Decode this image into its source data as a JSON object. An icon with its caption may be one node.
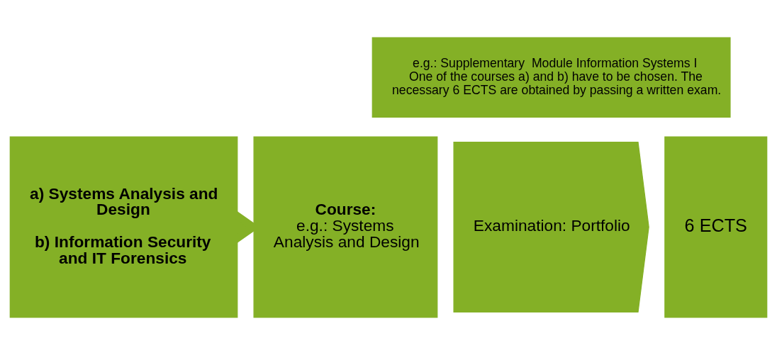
{
  "diagram": {
    "nodes": [
      {
        "text": [
          "e.g.: Supplementary  Module Information Systems I",
          "One of the courses a) and b) have to be chosen. The necessary 6 ECTS are obtained by passing a written exam."
        ]
      },
      {
        "text": [
          "a) Systems Analysis and Design",
          "b) Information Security and IT Forensics"
        ]
      },
      {
        "text": [
          "Course:",
          "e.g.: Systems Analysis and Design"
        ]
      },
      {
        "text": [
          "Examination: Portfolio"
        ]
      },
      {
        "text": [
          "6 ECTS"
        ]
      }
    ],
    "edges": [
      {
        "from": 1,
        "to": 2,
        "arrow": "to",
        "style": "thick"
      }
    ]
  }
}
